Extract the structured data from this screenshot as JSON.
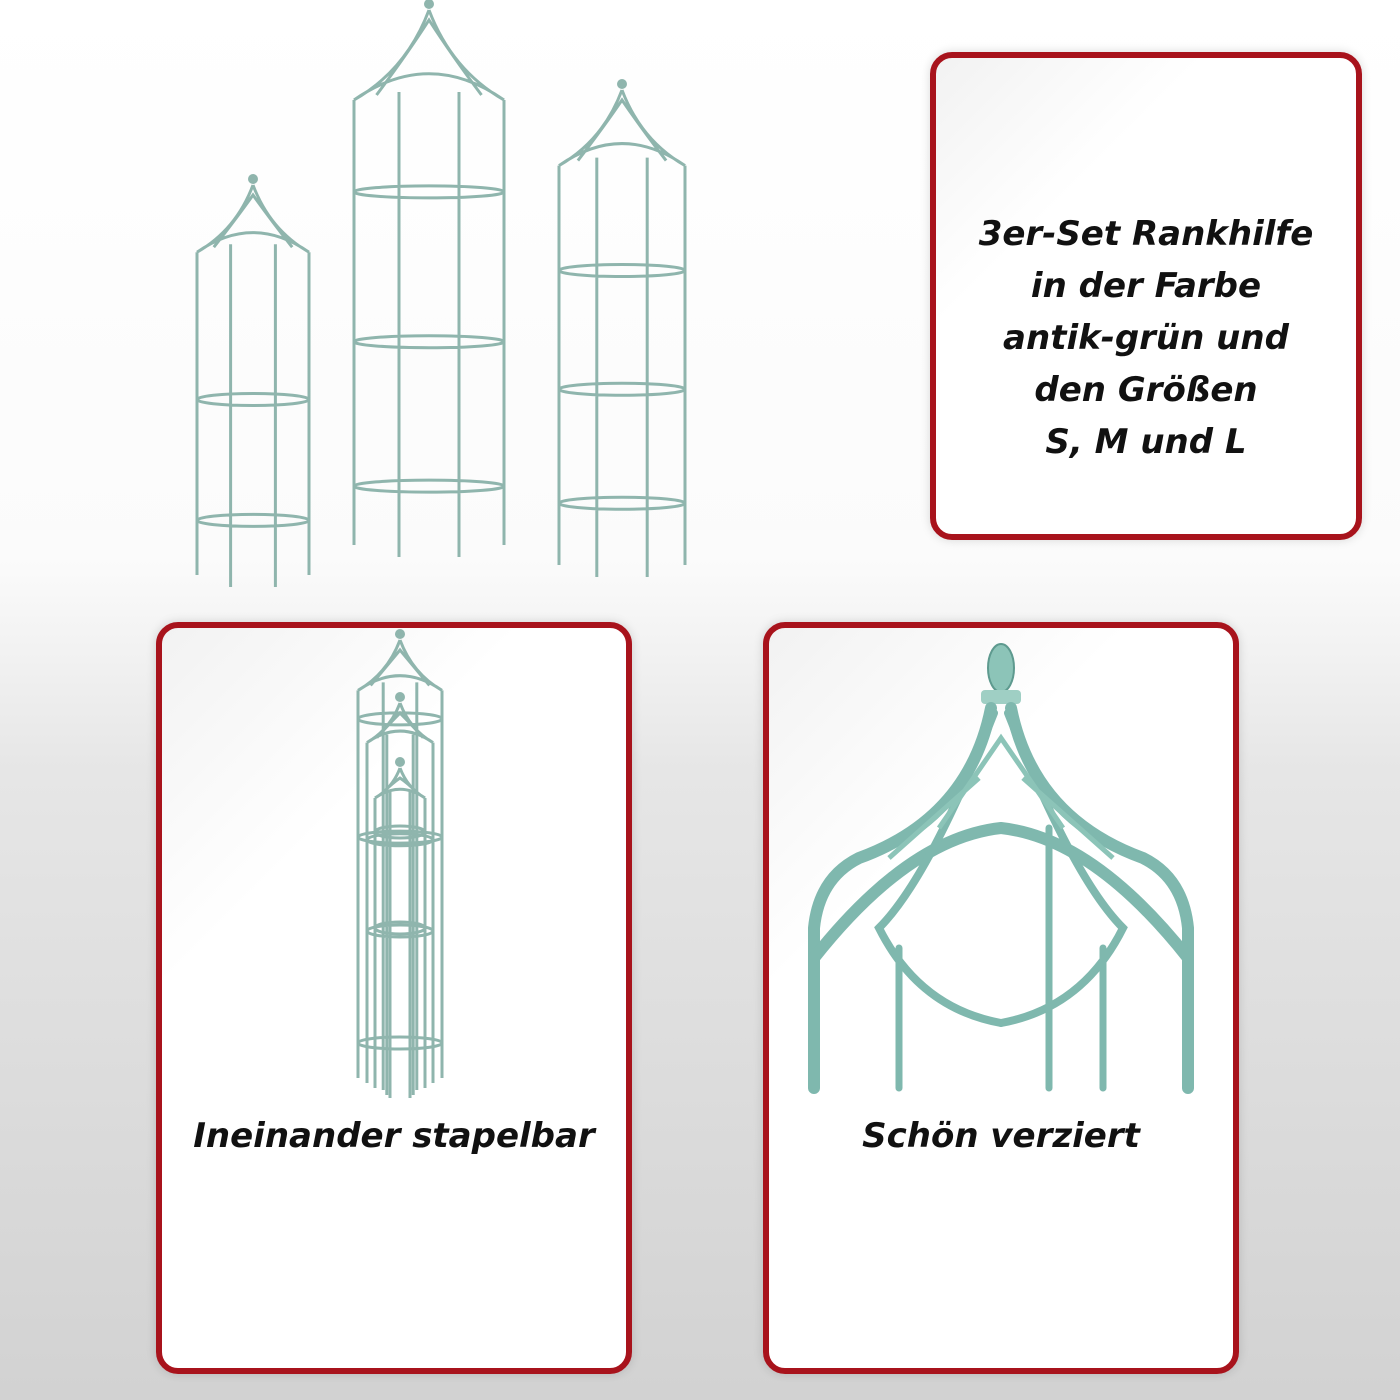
{
  "info_panel": {
    "lines": [
      "3er-Set Rankhilfe",
      "in der Farbe",
      "antik-grün und",
      "den Größen",
      "S, M und L"
    ]
  },
  "stack_panel": {
    "caption": "Ineinander stapelbar"
  },
  "detail_panel": {
    "caption": "Schön verziert"
  },
  "colors": {
    "border": "#a8131c",
    "product": "#8fb5ad"
  }
}
